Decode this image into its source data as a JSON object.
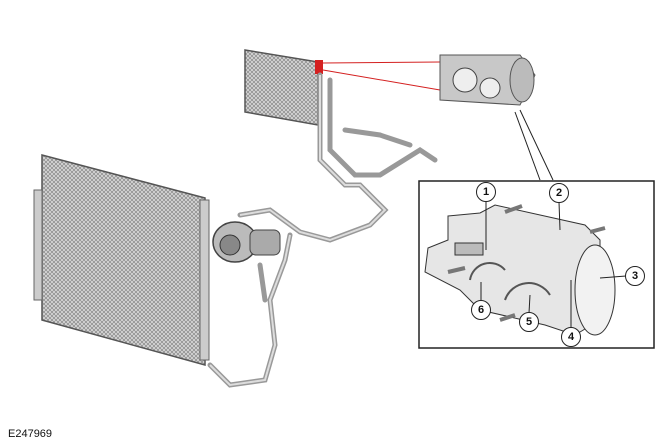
{
  "figure_code": "E247969",
  "callouts": [
    "1",
    "2",
    "3",
    "4",
    "5",
    "6"
  ],
  "colors": {
    "highlight": "#d42020",
    "line": "#222222",
    "pipe": "#b8b8b8"
  }
}
